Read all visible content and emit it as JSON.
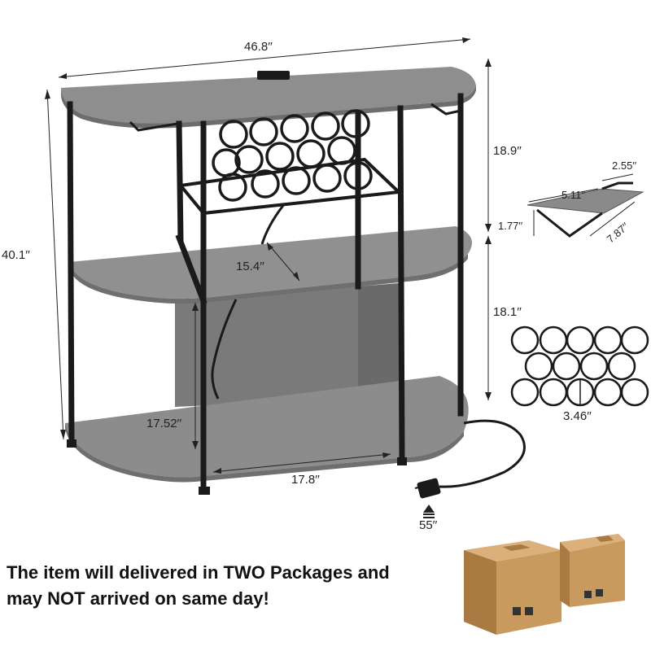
{
  "product": {
    "dimensions": {
      "width": "46.8′′",
      "height": "40.1′′",
      "upper_section_height": "18.9′′",
      "lower_section_height": "18.1′′",
      "shelf_depth": "15.4′′",
      "inner_opening_height": "17.52′′",
      "inner_opening_width": "17.8′′",
      "cord_length": "55′′"
    },
    "glass_holder": {
      "top": "2.55′′",
      "width": "5.11′′",
      "height": "1.77′′",
      "length": "7.87′′"
    },
    "wine_rack": {
      "ring_diameter": "3.46′′"
    }
  },
  "notice": {
    "line1": "The item will delivered in TWO Packages and",
    "line2": "may NOT arrived on same day!"
  },
  "colors": {
    "shelf": "#8a8a8a",
    "shelf_edge": "#6f6f6f",
    "frame": "#1a1a1a",
    "box": "#c99a5e",
    "box_dark": "#a97a42"
  }
}
